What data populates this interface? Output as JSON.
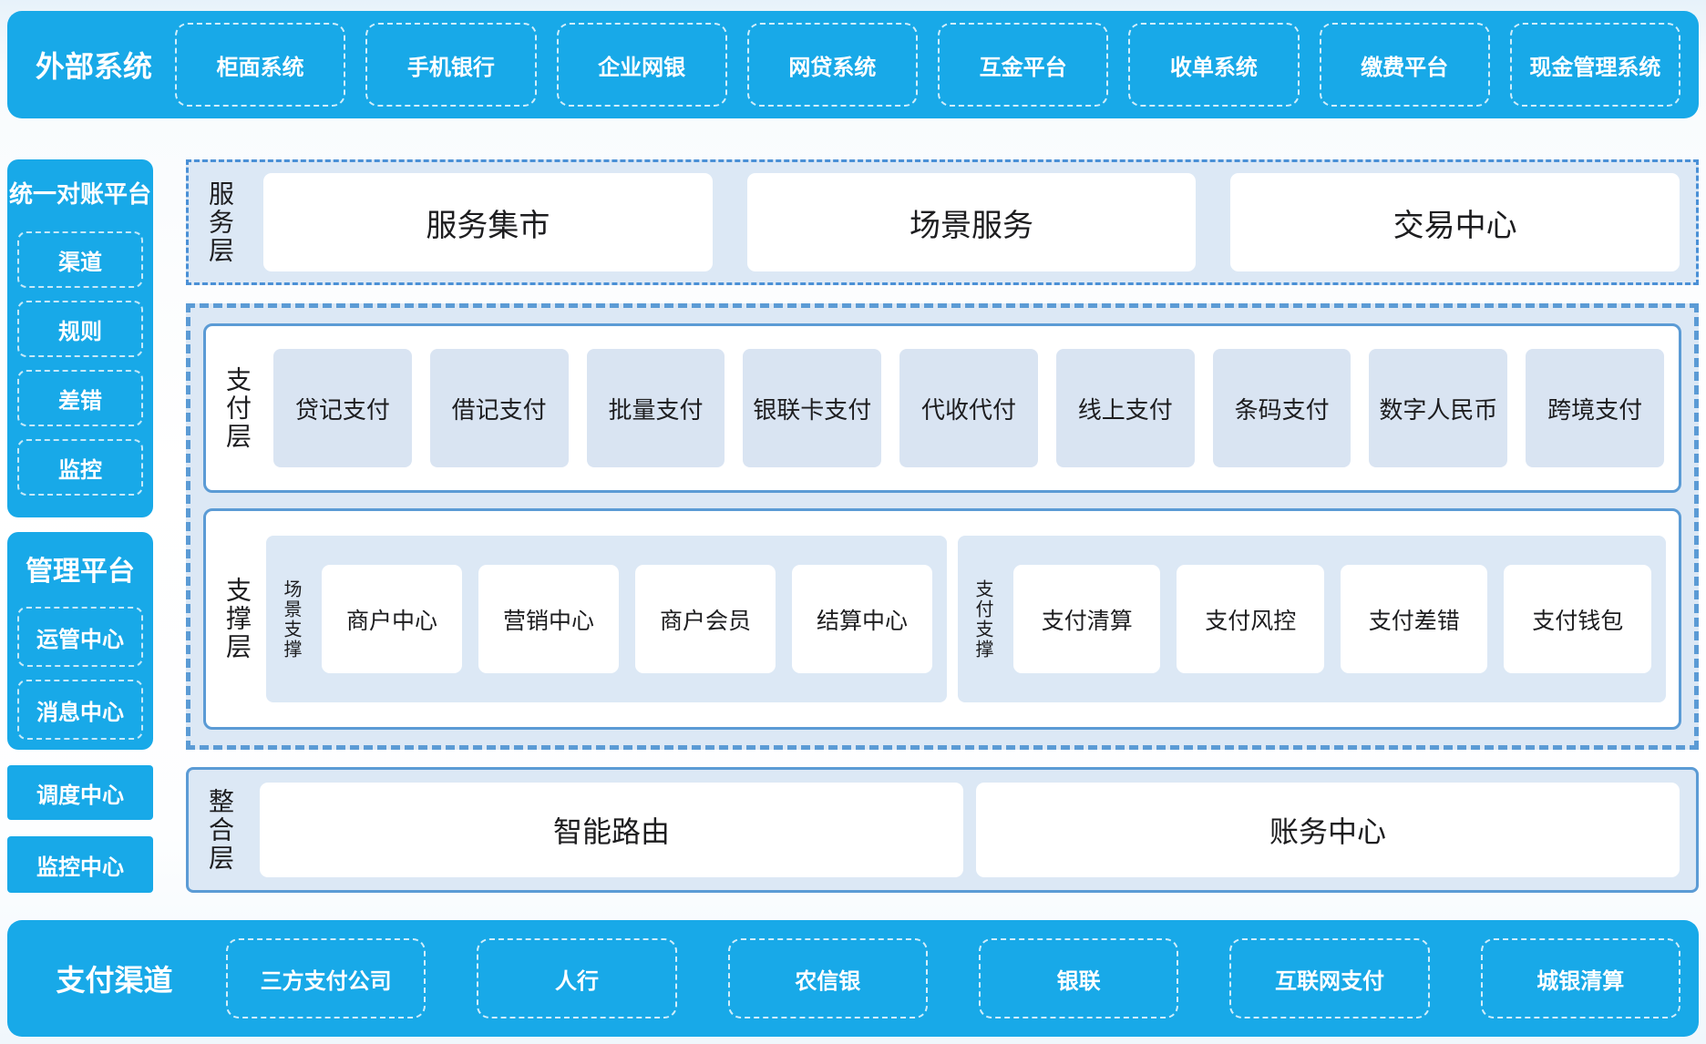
{
  "colors": {
    "band_blue": "#18a9e8",
    "panel_light_blue": "#dce8f5",
    "item_light_blue": "#d9e4f2",
    "solid_border_blue": "#5b9bd5",
    "dash_border_blue": "#4a90d6",
    "dark_text": "#1d1d1f"
  },
  "top_band": {
    "title": "外部系统",
    "items": [
      "柜面系统",
      "手机银行",
      "企业网银",
      "网贷系统",
      "互金平台",
      "收单系统",
      "缴费平台",
      "现金管理系统"
    ]
  },
  "sidebar": {
    "reconciliation": {
      "title": "统一对账平台",
      "items": [
        "渠道",
        "规则",
        "差错",
        "监控"
      ]
    },
    "management": {
      "title": "管理平台",
      "items": [
        "运管中心",
        "消息中心"
      ]
    },
    "standalone": [
      "调度中心",
      "监控中心"
    ]
  },
  "main": {
    "service_layer": {
      "label": "服务层",
      "items": [
        "服务集市",
        "场景服务",
        "交易中心"
      ]
    },
    "payment_layer": {
      "label": "支付层",
      "items": [
        "贷记支付",
        "借记支付",
        "批量支付",
        "银联卡支付",
        "代收代付",
        "线上支付",
        "条码支付",
        "数字人民币",
        "跨境支付"
      ]
    },
    "support_layer": {
      "label": "支撑层",
      "groups": [
        {
          "label": "场景支撑",
          "items": [
            "商户中心",
            "营销中心",
            "商户会员",
            "结算中心"
          ]
        },
        {
          "label": "支付支撑",
          "items": [
            "支付清算",
            "支付风控",
            "支付差错",
            "支付钱包"
          ]
        }
      ]
    },
    "integration_layer": {
      "label": "整合层",
      "items": [
        "智能路由",
        "账务中心"
      ]
    }
  },
  "bottom_band": {
    "title": "支付渠道",
    "items": [
      "三方支付公司",
      "人行",
      "农信银",
      "银联",
      "互联网支付",
      "城银清算"
    ]
  }
}
